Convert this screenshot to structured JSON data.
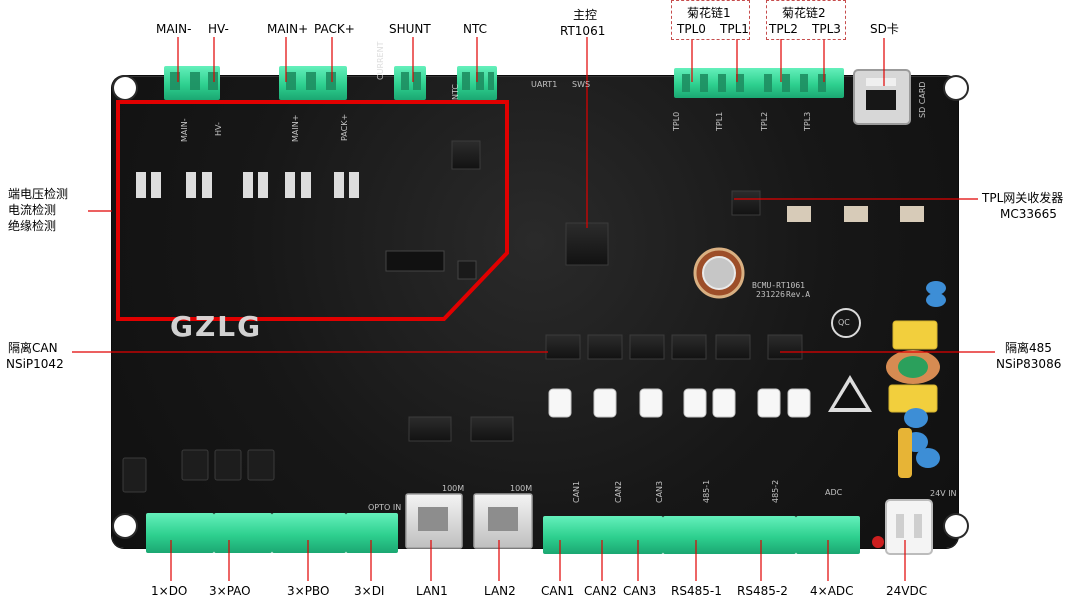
{
  "labels": {
    "top": {
      "main_minus": "MAIN-",
      "hv_minus": "HV-",
      "main_plus": "MAIN+",
      "pack_plus": "PACK+",
      "shunt": "SHUNT",
      "ntc": "NTC",
      "main_ctrl_line1": "主控",
      "main_ctrl_line2": "RT1061",
      "daisy1_title": "菊花链1",
      "tpl0": "TPL0",
      "tpl1": "TPL1",
      "daisy2_title": "菊花链2",
      "tpl2": "TPL2",
      "tpl3": "TPL3",
      "sd": "SD卡"
    },
    "left": {
      "line1": "端电压检测",
      "line2": "电流检测",
      "line3": "绝缘检测",
      "can_line1": "隔离CAN",
      "can_line2": "NSiP1042"
    },
    "right": {
      "tpl_line1": "TPL网关收发器",
      "tpl_line2": "MC33665",
      "iso485_line1": "隔离485",
      "iso485_line2": "NSiP83086"
    },
    "bottom": {
      "do": "1×DO",
      "pao": "3×PAO",
      "pbo": "3×PBO",
      "di": "3×DI",
      "lan1": "LAN1",
      "lan2": "LAN2",
      "can1": "CAN1",
      "can2": "CAN2",
      "can3": "CAN3",
      "rs485_1": "RS485-1",
      "rs485_2": "RS485-2",
      "adc": "4×ADC",
      "power": "24VDC"
    }
  },
  "board_text": {
    "logo": "GZLG",
    "model": "BCMU-RT1061",
    "date": "231226",
    "rev": "Rev.A",
    "qc": "QC",
    "uart1": "UART1",
    "sws": "SWS",
    "current": "CURRENT",
    "ntc": "NTC",
    "main_minus": "MAIN-",
    "hv_minus": "HV-",
    "main_plus": "MAIN+",
    "pack_plus": "PACK+",
    "tpl0": "TPL0",
    "tpl1": "TPL1",
    "tpl2": "TPL2",
    "tpl3": "TPL3",
    "sd_card": "SD CARD",
    "lan_100m": "100M",
    "can1": "CAN1",
    "can2": "CAN2",
    "can3": "CAN3",
    "rs485_1": "485-1",
    "rs485_2": "485-2",
    "adc": "ADC",
    "opto_in": "OPTO IN",
    "p24v_in": "24V IN"
  },
  "colors": {
    "annotation_red": "#e10000",
    "dashed_red": "#c64d4d",
    "terminal_green": "#2ed08f",
    "silkscreen": "#d9d9d9",
    "pcb_black": "#151515"
  }
}
